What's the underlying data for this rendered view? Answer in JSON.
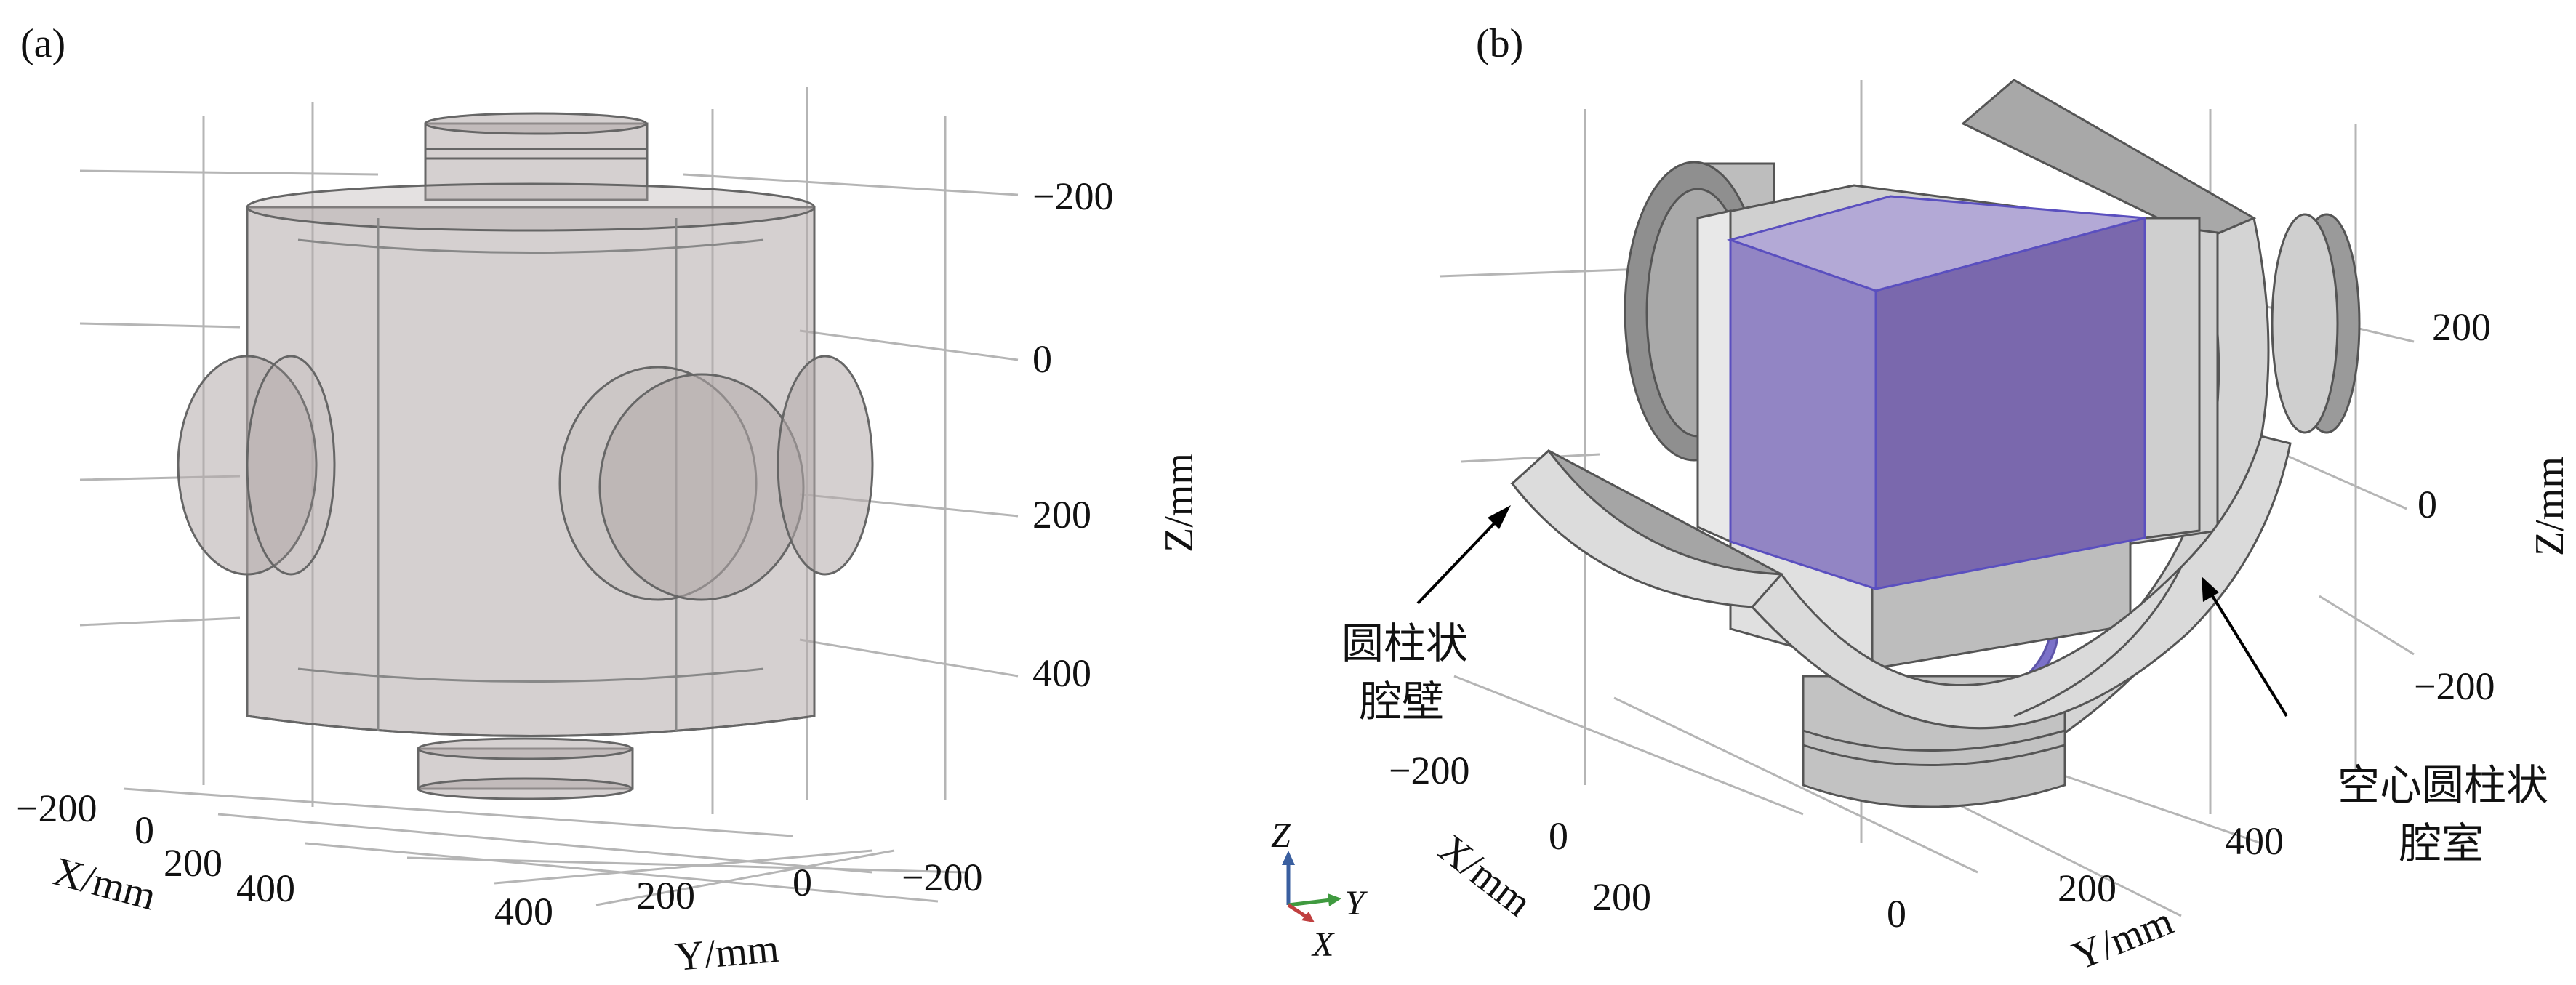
{
  "panel_a": {
    "label": "(a)",
    "z_axis_title": "Z/mm",
    "z_ticks": [
      "−200",
      "0",
      "200",
      "400"
    ],
    "x_axis_title": "X/mm",
    "x_ticks": [
      "−200",
      "0",
      "200",
      "400"
    ],
    "y_axis_title": "Y/mm",
    "y_ticks": [
      "400",
      "200",
      "0",
      "−200"
    ]
  },
  "panel_b": {
    "label": "(b)",
    "z_axis_title": "Z/mm",
    "z_ticks": [
      "200",
      "0",
      "−200"
    ],
    "x_axis_title": "X/mm",
    "x_ticks": [
      "−200",
      "0",
      "200"
    ],
    "y_axis_title": "Y/mm",
    "y_ticks": [
      "0",
      "200",
      "400"
    ],
    "annotation_left_line1": "圆柱状",
    "annotation_left_line2": "腔壁",
    "annotation_right_line1": "空心圆柱状",
    "annotation_right_line2": "腔室",
    "triad": {
      "z": "Z",
      "y": "Y",
      "x": "X"
    }
  },
  "colors": {
    "cylinder_fill": "#b3aaa9",
    "metal_fill": "#c9c9c9",
    "cube_fill": "#8c7fbf",
    "triad_z": "#3a5fa0",
    "triad_y": "#3f9a3f",
    "triad_x": "#c04040"
  }
}
